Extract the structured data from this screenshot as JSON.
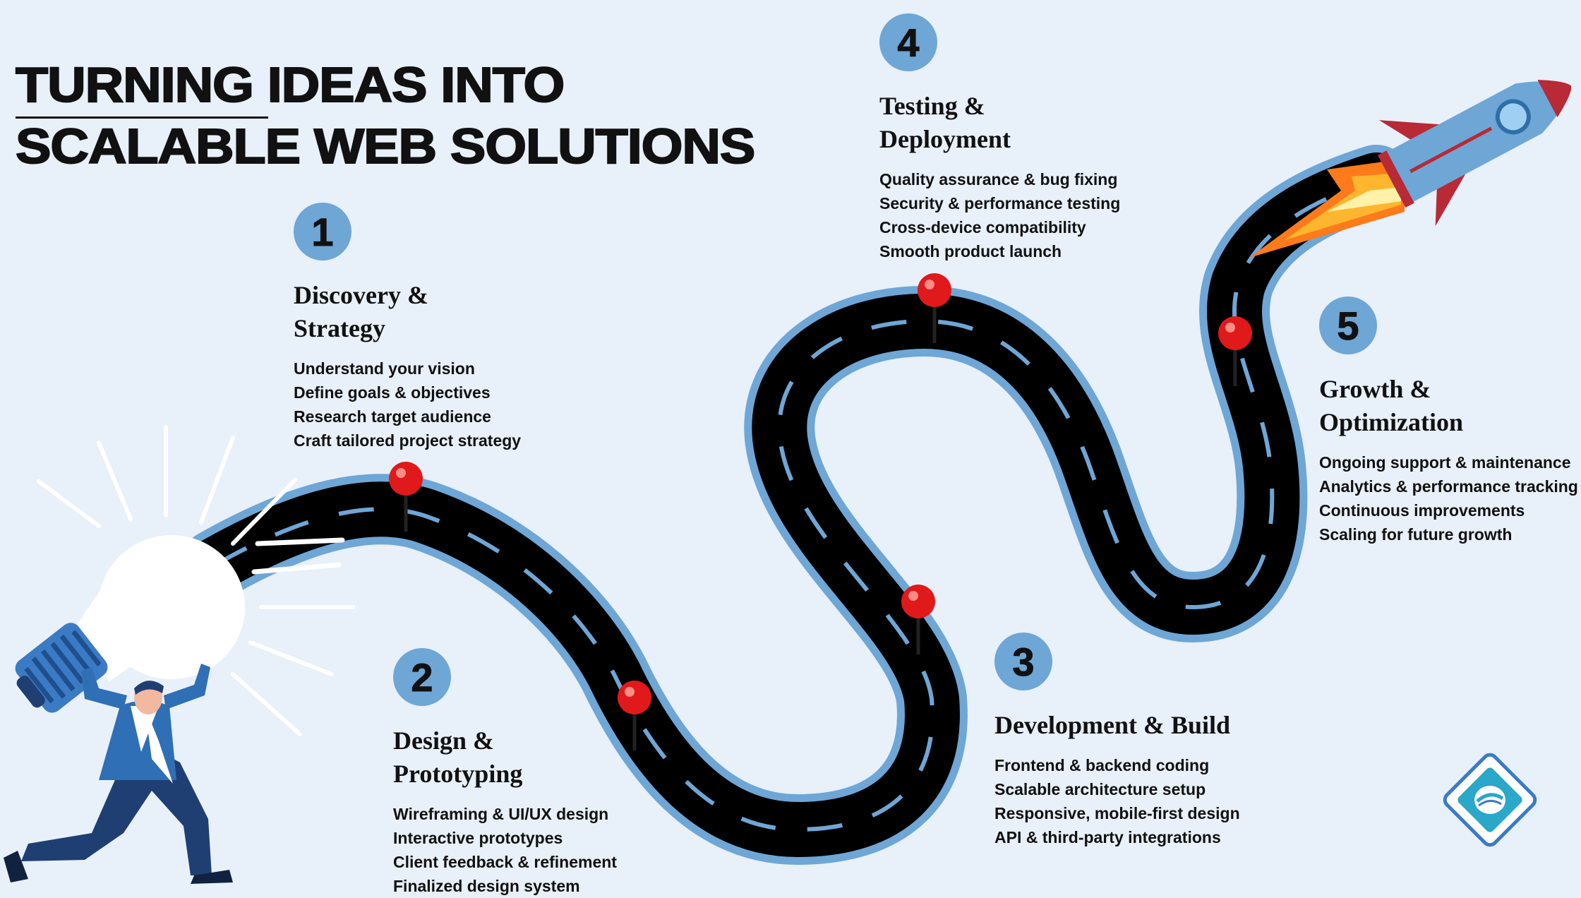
{
  "title": {
    "line1": "Turning ideas into",
    "line2": "scalable web solutions"
  },
  "steps": [
    {
      "number": "1",
      "heading_line1": "Discovery &",
      "heading_line2": "Strategy",
      "items": [
        "Understand your vision",
        "Define goals & objectives",
        "Research target audience",
        "Craft tailored project strategy"
      ]
    },
    {
      "number": "2",
      "heading_line1": "Design &",
      "heading_line2": "Prototyping",
      "items": [
        "Wireframing & UI/UX design",
        "Interactive prototypes",
        "Client feedback & refinement",
        "Finalized design system"
      ]
    },
    {
      "number": "3",
      "heading_line1": "Development & Build",
      "heading_line2": "",
      "items": [
        "Frontend & backend coding",
        "Scalable architecture setup",
        "Responsive, mobile-first design",
        "API & third-party integrations"
      ]
    },
    {
      "number": "4",
      "heading_line1": "Testing &",
      "heading_line2": "Deployment",
      "items": [
        "Quality assurance & bug fixing",
        "Security & performance testing",
        "Cross-device compatibility",
        "Smooth product launch"
      ]
    },
    {
      "number": "5",
      "heading_line1": "Growth &",
      "heading_line2": "Optimization",
      "items": [
        "Ongoing support & maintenance",
        "Analytics & performance tracking",
        "Continuous improvements",
        "Scaling for future growth"
      ]
    }
  ],
  "icons": {
    "idea": "lightbulb-icon",
    "person": "businessman-icon",
    "milestone": "map-pin-icon",
    "goal": "rocket-icon",
    "brand": "brand-logo-icon"
  },
  "colors": {
    "background": "#e8f0fa",
    "road": "#000000",
    "road_edge": "#6ea6d6",
    "badge": "#6ea6d6",
    "pin": "#e0191b",
    "rocket_body": "#6ea6d6",
    "rocket_fins": "#b72a36",
    "text": "#111111"
  }
}
